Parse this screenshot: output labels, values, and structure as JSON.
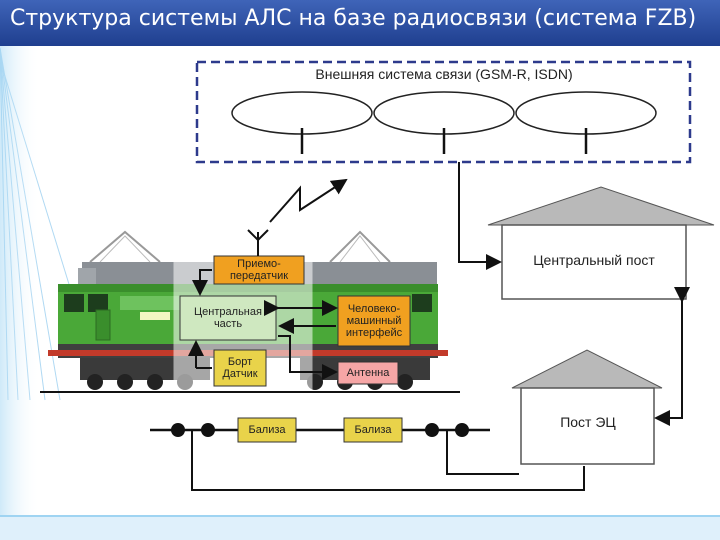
{
  "title": "Структура системы АЛС на базе радиосвязи (система FZB)",
  "external_system": {
    "label": "Внешняя система связи (GSM-R, ISDN)"
  },
  "central_post": {
    "label": "Центральный пост"
  },
  "ec_post": {
    "label": "Пост ЭЦ"
  },
  "onboard": {
    "transceiver": "Приемо-передатчик",
    "central_unit": "Центральная часть",
    "hmi": "Человеко-машинный интерфейс",
    "sensor": "Борт Датчик",
    "antenna": "Антенна"
  },
  "balises": [
    "Бализа",
    "Бализа"
  ],
  "colors": {
    "title_bg": "#2a4ea3",
    "dashed_border": "#2d3a8c",
    "box_orange": "#f0a020",
    "box_pink": "#f6a6a6",
    "box_yellow": "#e9d34a",
    "box_green": "#cfe8c0",
    "locomotive": "#4aa838"
  }
}
